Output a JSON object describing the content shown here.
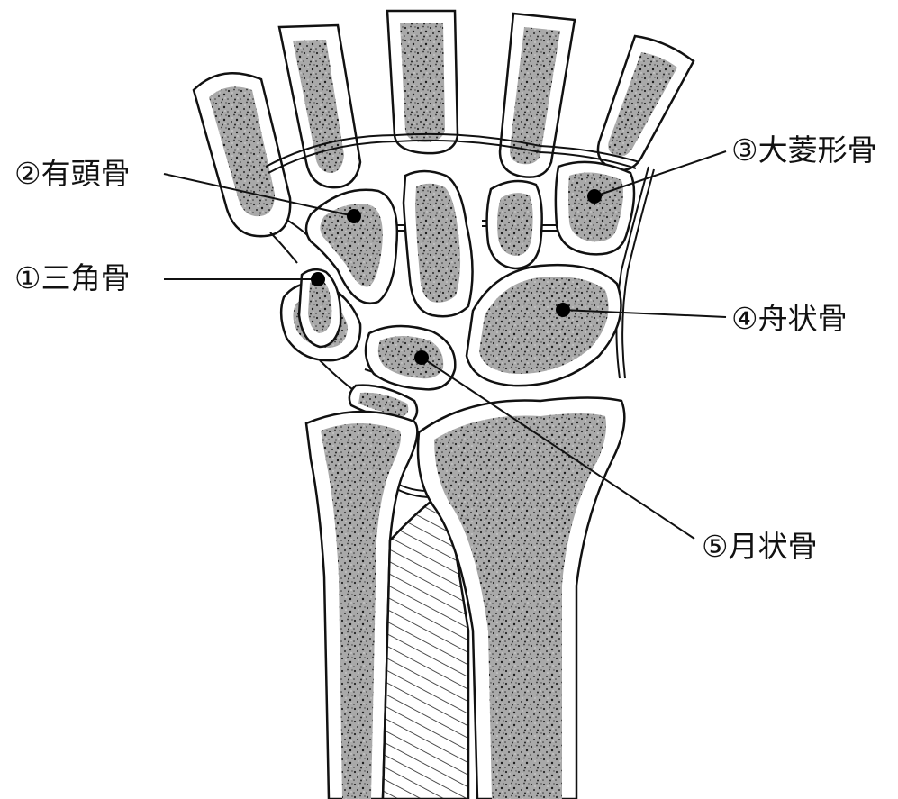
{
  "labels": [
    {
      "id": "1",
      "text": "①三角骨"
    },
    {
      "id": "2",
      "text": "②有頭骨"
    },
    {
      "id": "3",
      "text": "③大菱形骨"
    },
    {
      "id": "4",
      "text": "④舟状骨"
    },
    {
      "id": "5",
      "text": "⑤月状骨"
    }
  ],
  "colors": {
    "stroke": "#111111",
    "bone_fill": "#8c8c8c",
    "background": "#ffffff"
  }
}
